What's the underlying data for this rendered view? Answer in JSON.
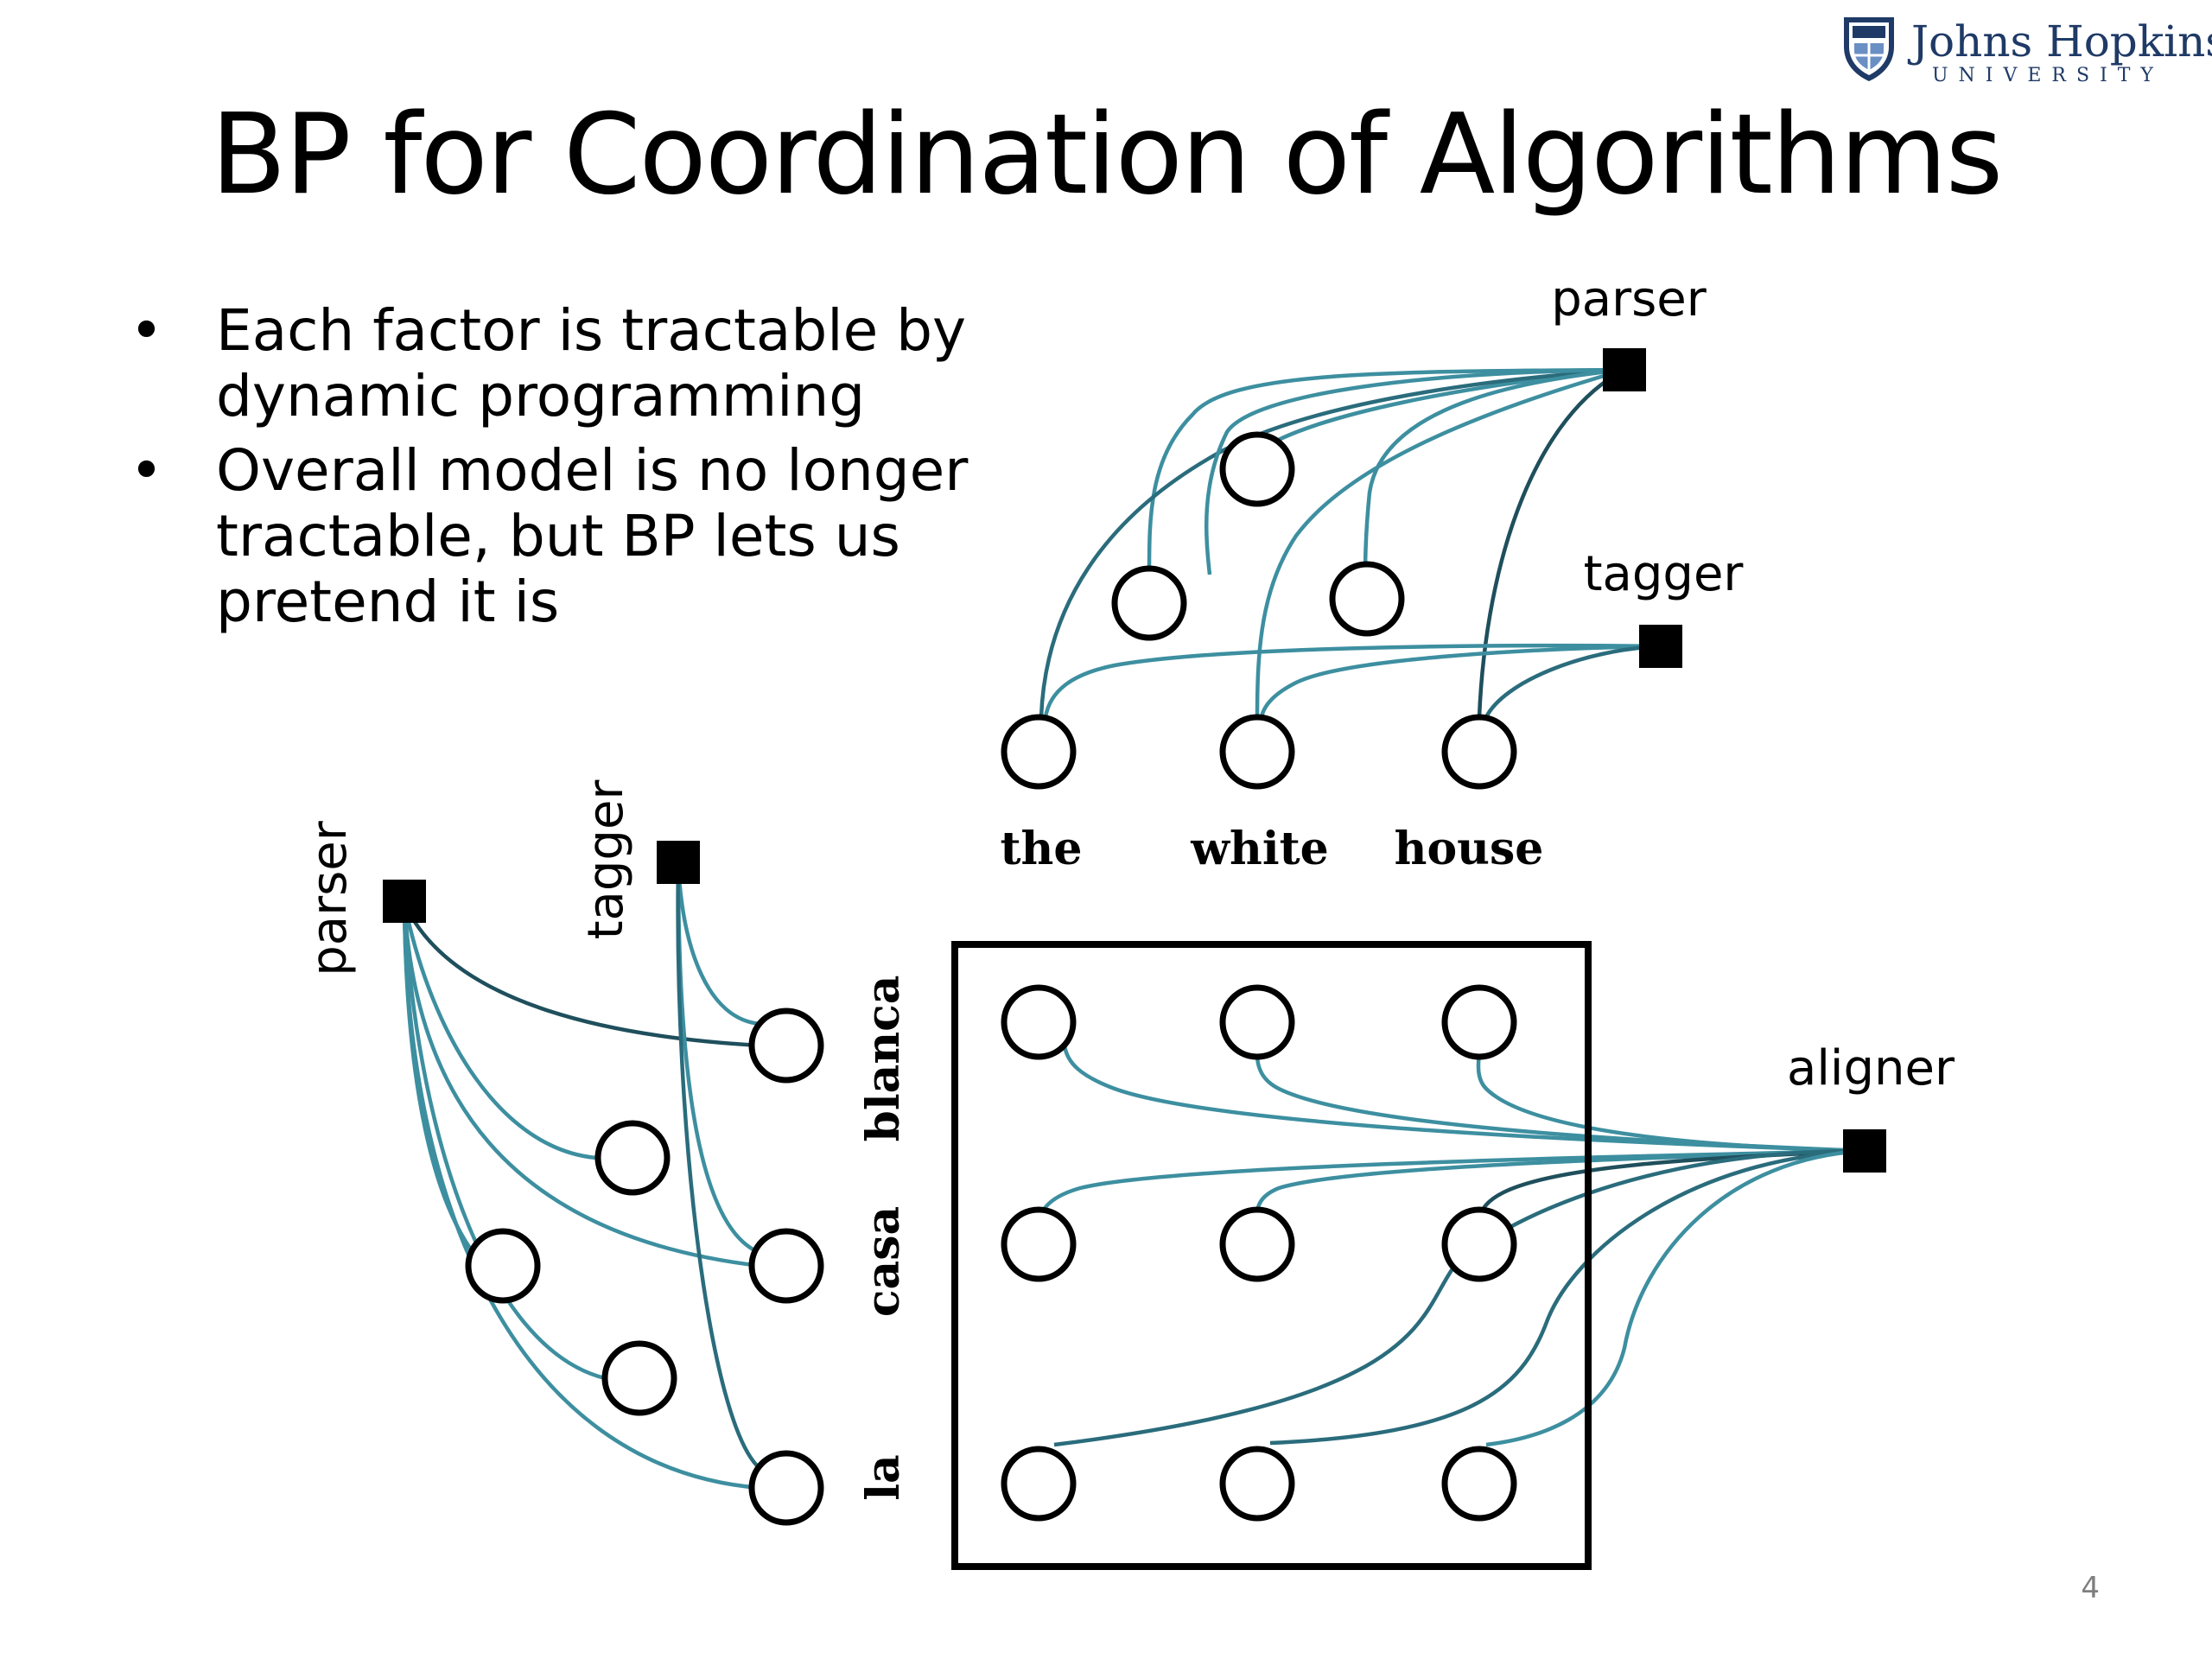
{
  "slide": {
    "title": "BP for Coordination of Algorithms",
    "bullets": [
      "Each factor is tractable by dynamic programming",
      "Overall model is no longer tractable, but BP lets us pretend it is"
    ],
    "page_number": "4"
  },
  "logo": {
    "line1": "Johns Hopkins",
    "line2": "UNIVERSITY",
    "icon": "university-shield-icon"
  },
  "diagram": {
    "factors": {
      "english_parser": "parser",
      "english_tagger": "tagger",
      "spanish_parser": "parser",
      "spanish_tagger": "tagger",
      "aligner": "aligner"
    },
    "english_words": [
      "the",
      "white",
      "house"
    ],
    "spanish_words": [
      "blanca",
      "casa",
      "la"
    ],
    "colors": {
      "edge_light": "#3d8fa0",
      "edge_dark": "#163a45",
      "node_stroke": "#000000",
      "factor_fill": "#000000"
    }
  }
}
